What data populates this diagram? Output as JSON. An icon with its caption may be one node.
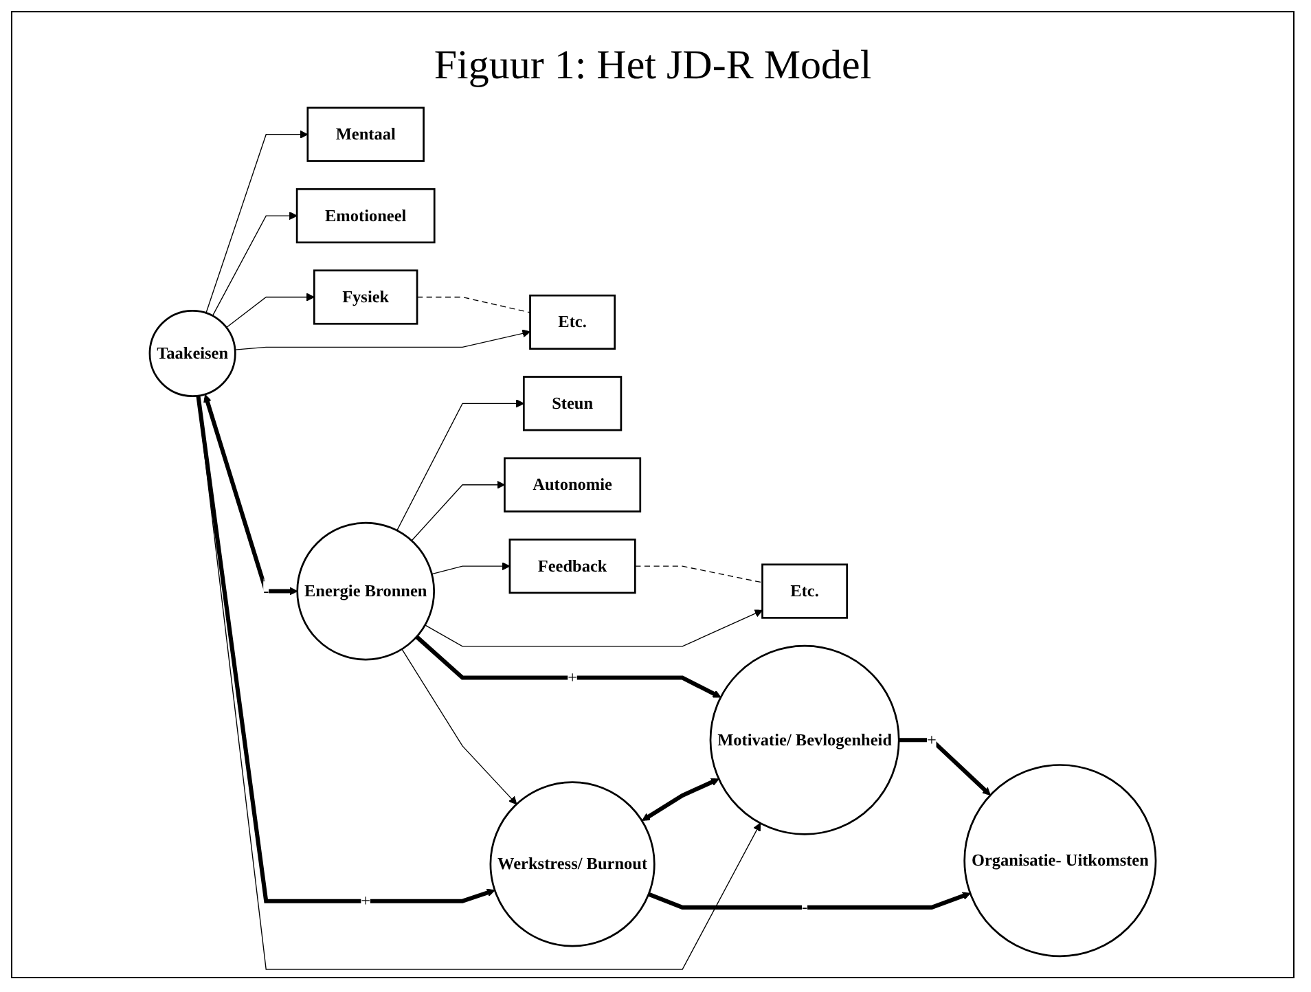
{
  "diagram": {
    "title": "Figuur 1: Het JD-R Model",
    "nodes": [
      {
        "text": [
          "Mentaal"
        ]
      },
      {
        "text": [
          "Emotioneel"
        ]
      },
      {
        "text": [
          "Fysiek"
        ]
      },
      {
        "text": [
          "Etc."
        ]
      },
      {
        "text": [
          "Steun"
        ]
      },
      {
        "text": [
          "Autonomie"
        ]
      },
      {
        "text": [
          "Feedback"
        ]
      },
      {
        "text": [
          "Etc."
        ]
      },
      {
        "text": [
          "Taakeisen"
        ]
      },
      {
        "text": [
          "Energie Bronnen"
        ]
      },
      {
        "text": [
          "Werkstress/ Burnout"
        ]
      },
      {
        "text": [
          "Motivatie/ Bevlogenheid"
        ]
      },
      {
        "text": [
          "Organisatie- Uitkomsten"
        ]
      }
    ],
    "edges": [
      {
        "from": 8,
        "to": 0,
        "arrow": "to"
      },
      {
        "from": 8,
        "to": 1,
        "arrow": "to"
      },
      {
        "from": 8,
        "to": 2,
        "arrow": "to"
      },
      {
        "from": 8,
        "to": 3,
        "arrow": "to"
      },
      {
        "from": 2,
        "to": 3,
        "arrow": "none",
        "style": "dashed"
      },
      {
        "from": 9,
        "to": 4,
        "arrow": "to"
      },
      {
        "from": 9,
        "to": 5,
        "arrow": "to"
      },
      {
        "from": 9,
        "to": 6,
        "arrow": "to"
      },
      {
        "from": 9,
        "to": 7,
        "arrow": "to"
      },
      {
        "from": 6,
        "to": 7,
        "arrow": "none",
        "style": "dashed"
      },
      {
        "from": 8,
        "to": 9,
        "arrow": "both",
        "style": "thick",
        "label": "-"
      },
      {
        "from": 8,
        "to": 10,
        "arrow": "to",
        "style": "thick",
        "label": "+"
      },
      {
        "from": 9,
        "to": 11,
        "arrow": "to",
        "style": "thick",
        "label": "+"
      },
      {
        "from": 9,
        "to": 10,
        "arrow": "to"
      },
      {
        "from": 8,
        "to": 11,
        "arrow": "to"
      },
      {
        "from": 10,
        "to": 11,
        "arrow": "both",
        "style": "thick"
      },
      {
        "from": 10,
        "to": 12,
        "arrow": "to",
        "style": "thick",
        "label": "-"
      },
      {
        "from": 11,
        "to": 12,
        "arrow": "to",
        "style": "thick",
        "label": "+"
      }
    ]
  }
}
